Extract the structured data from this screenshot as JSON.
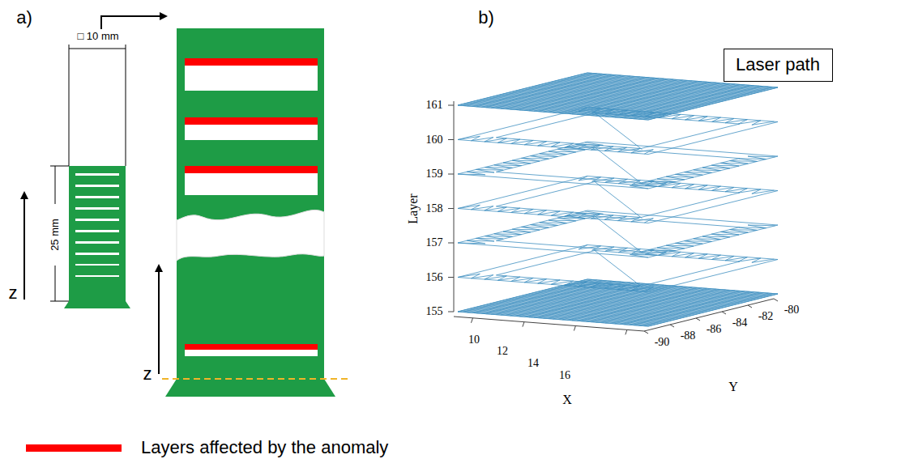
{
  "diagram": {
    "nodes": [
      {
        "text": [
          "Laser path"
        ]
      }
    ],
    "edges": [],
    "labels": [
      "a)",
      "b)",
      "□ 10 mm",
      "25 mm",
      "z",
      "z",
      "161",
      "160",
      "159",
      "158",
      "157",
      "156",
      "155",
      "Layer",
      "10",
      "12",
      "14",
      "16",
      "X",
      "-90",
      "-88",
      "-86",
      "-84",
      "-82",
      "-80",
      "Y"
    ],
    "legend": [
      {
        "text": "Layers affected by the anomaly",
        "color": "#ff0000"
      }
    ]
  }
}
